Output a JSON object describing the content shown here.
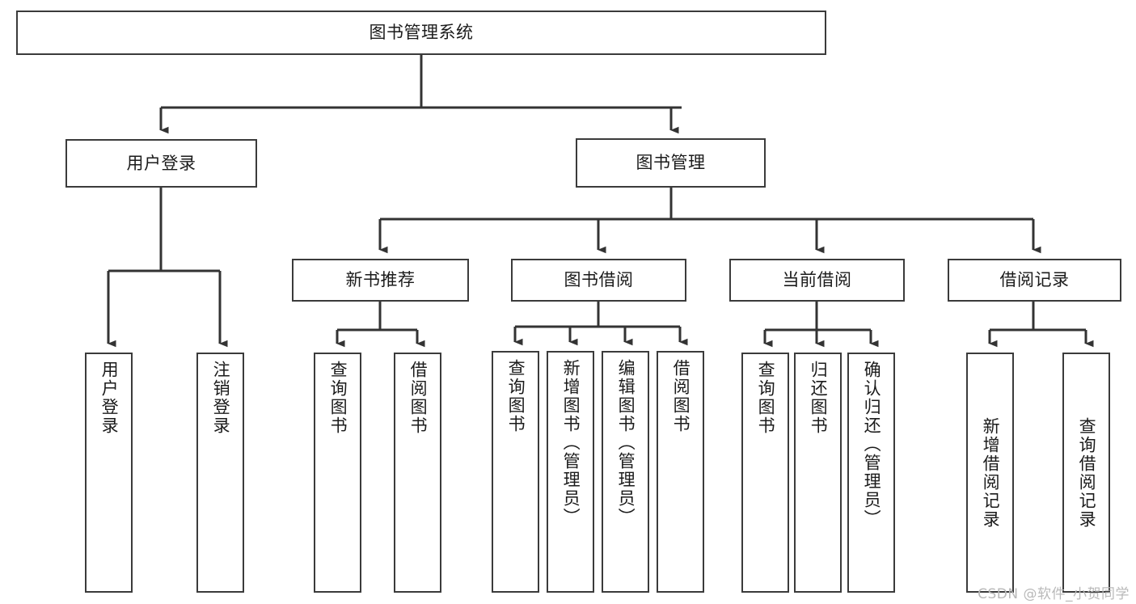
{
  "diagram": {
    "title": "图书管理系统",
    "type": "functional-structure-tree",
    "colors": {
      "box_border": "#3b3b3b",
      "box_fill": "#ffffff",
      "connector": "#333333",
      "text": "#1b1b1b",
      "watermark": "#b9b9b9",
      "background": "#ffffff"
    }
  },
  "nodes": {
    "root": {
      "label": "图书管理系统"
    },
    "level1": [
      {
        "label": "用户登录"
      },
      {
        "label": "图书管理"
      }
    ],
    "level2": [
      {
        "label": "新书推荐"
      },
      {
        "label": "图书借阅"
      },
      {
        "label": "当前借阅"
      },
      {
        "label": "借阅记录"
      }
    ],
    "leaves": {
      "user_login": [
        {
          "label": "用户登录"
        },
        {
          "label": "注销登录"
        }
      ],
      "new_book_recommend": [
        {
          "label": "查询图书"
        },
        {
          "label": "借阅图书"
        }
      ],
      "book_borrow": [
        {
          "label": "查询图书"
        },
        {
          "label": "新增图书（管理员）"
        },
        {
          "label": "编辑图书（管理员）"
        },
        {
          "label": "借阅图书"
        }
      ],
      "current_borrow": [
        {
          "label": "查询图书"
        },
        {
          "label": "归还图书"
        },
        {
          "label": "确认归还（管理员）"
        }
      ],
      "borrow_record": [
        {
          "label": "新增借阅记录"
        },
        {
          "label": "查询借阅记录"
        }
      ]
    }
  },
  "watermark": {
    "text": "CSDN @软件_小贺同学"
  }
}
